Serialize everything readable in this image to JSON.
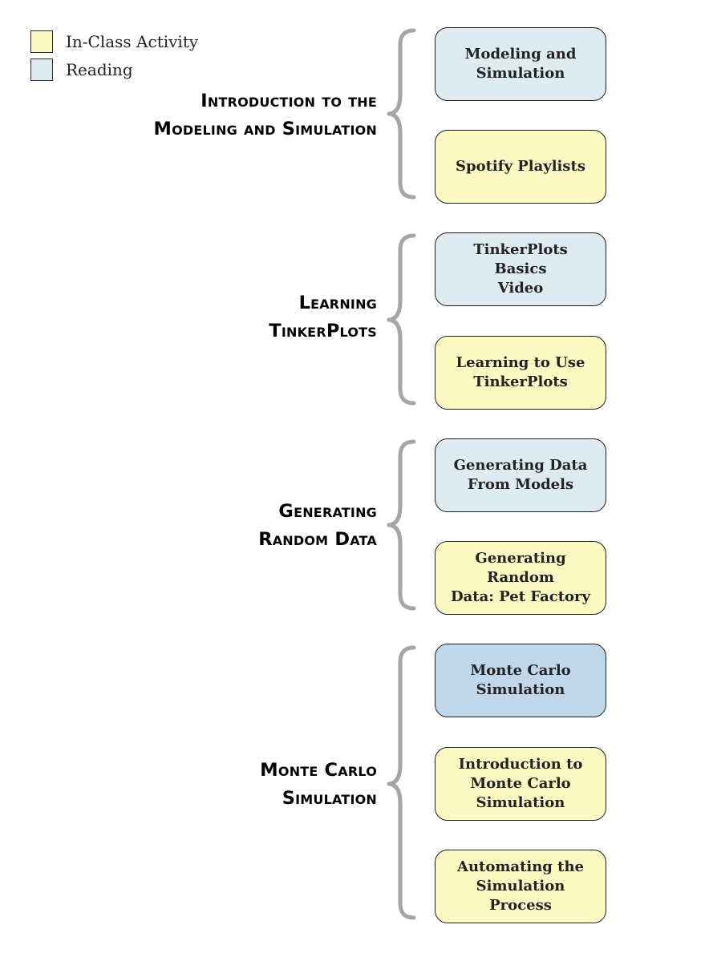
{
  "legend": [
    {
      "label": "In-Class Activity",
      "color": "#fcf9c2"
    },
    {
      "label": "Reading",
      "color": "#deebf0"
    }
  ],
  "colors": {
    "activity": "#fcf9c2",
    "reading": "#deebf0",
    "highlight": "#c0d7eb",
    "brace": "#a6a6a6"
  },
  "sections": [
    {
      "title_lines": [
        "Introduction to the",
        "Modeling and Simulation"
      ],
      "items": [
        {
          "lines": [
            "Modeling and",
            "Simulation"
          ],
          "kind": "reading"
        },
        {
          "lines": [
            "Spotify Playlists"
          ],
          "kind": "activity"
        }
      ]
    },
    {
      "title_lines": [
        "Learning",
        "TinkerPlots"
      ],
      "items": [
        {
          "lines": [
            "TinkerPlots Basics",
            "Video"
          ],
          "kind": "reading"
        },
        {
          "lines": [
            "Learning to Use",
            "TinkerPlots"
          ],
          "kind": "activity"
        }
      ]
    },
    {
      "title_lines": [
        "Generating",
        "Random Data"
      ],
      "items": [
        {
          "lines": [
            "Generating Data",
            "From Models"
          ],
          "kind": "reading"
        },
        {
          "lines": [
            "Generating Random",
            "Data: Pet Factory"
          ],
          "kind": "activity"
        }
      ]
    },
    {
      "title_lines": [
        "Monte Carlo",
        "Simulation"
      ],
      "items": [
        {
          "lines": [
            "Monte Carlo",
            "Simulation"
          ],
          "kind": "highlight"
        },
        {
          "lines": [
            "Introduction to",
            "Monte Carlo",
            "Simulation"
          ],
          "kind": "activity"
        },
        {
          "lines": [
            "Automating the",
            "Simulation Process"
          ],
          "kind": "activity"
        }
      ]
    }
  ]
}
